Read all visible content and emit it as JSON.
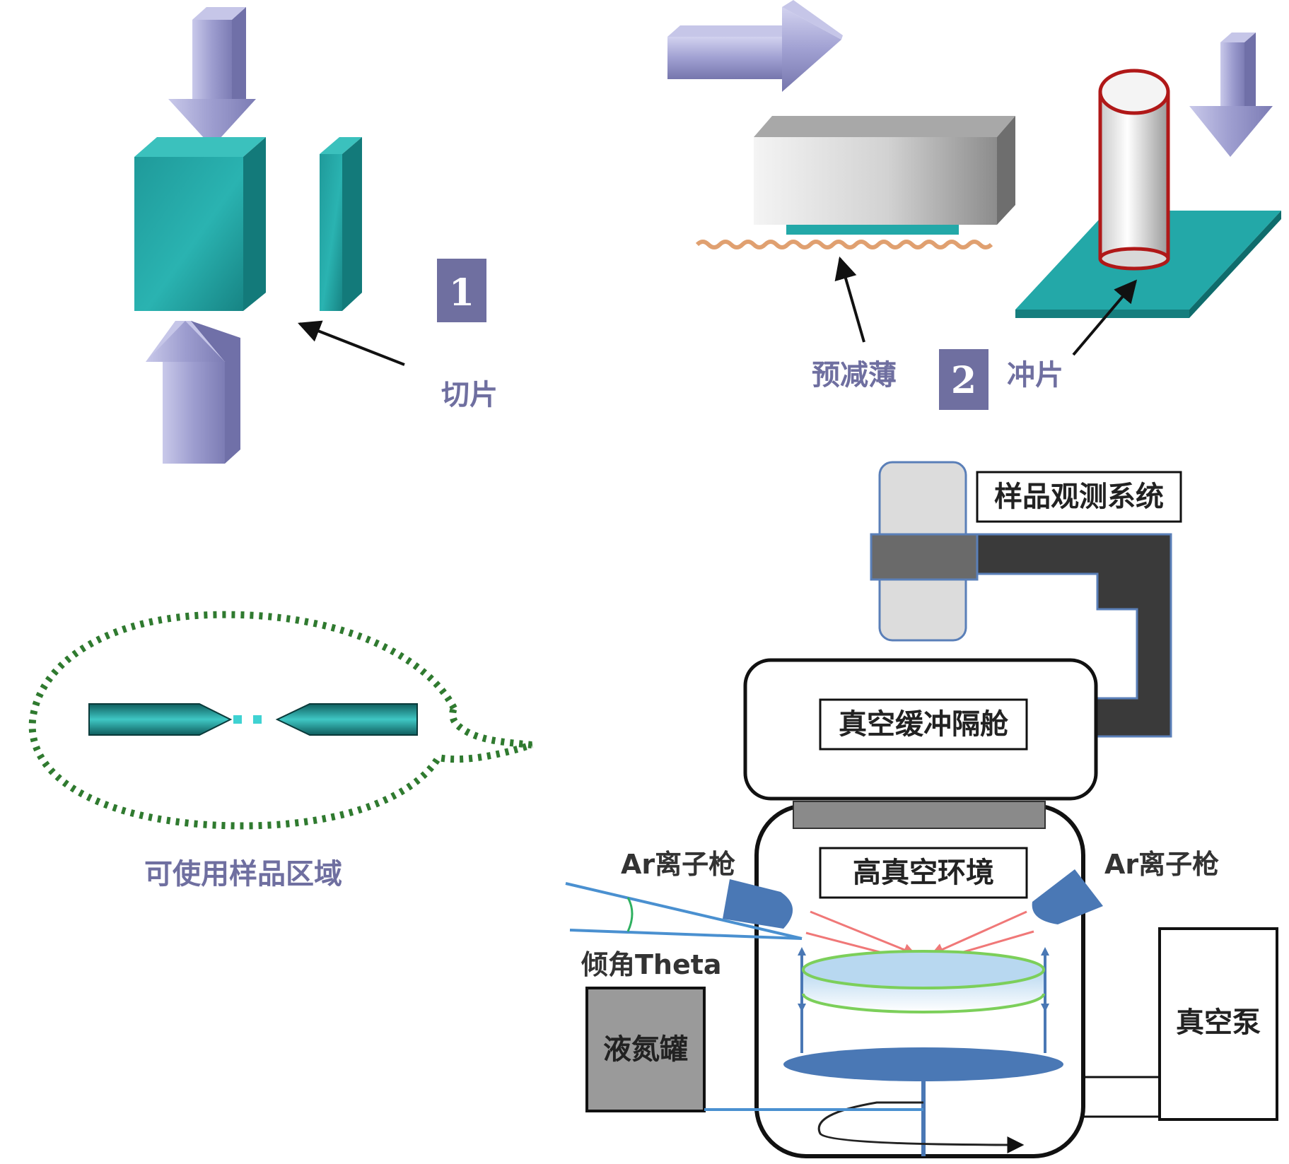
{
  "panel1": {
    "step_number": "1",
    "label_cut": "切片"
  },
  "panel2": {
    "step_number": "2",
    "label_prethin": "预减薄",
    "label_punch": "冲片"
  },
  "panel3": {
    "label_usable_area": "可使用样品区域"
  },
  "panel4": {
    "label_observation_system": "样品观测系统",
    "label_buffer_chamber": "真空缓冲隔舱",
    "label_high_vacuum": "高真空环境",
    "label_ar_gun_left": "Ar离子枪",
    "label_ar_gun_right": "Ar离子枪",
    "label_tilt_angle": "倾角Theta",
    "label_ln2_tank": "液氮罐",
    "label_vacuum_pump": "真空泵"
  },
  "colors": {
    "teal": "#23a8a8",
    "arrow_lavender": "#a9a9d6",
    "step_badge": "#6f6fa0",
    "text_purple": "#6f6fa0",
    "gun_blue": "#4a78b5",
    "ion_beam_red": "#f07878",
    "dash_green": "#2f7a2f",
    "frame_dark": "#3a3a3a"
  }
}
